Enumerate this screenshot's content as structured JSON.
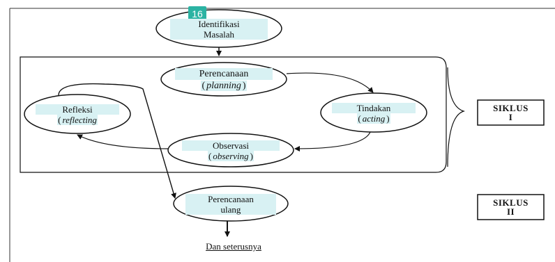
{
  "badge": {
    "number": "16"
  },
  "nodes": {
    "identifikasi": {
      "line1": "Identifikasi",
      "line2": "Masalah"
    },
    "perencanaan": {
      "line1": "Perencanaan",
      "line2_open": "(",
      "line2_italic": "planning",
      "line2_close": ")"
    },
    "tindakan": {
      "line1": "Tindakan",
      "line2_open": "(",
      "line2_italic": "acting",
      "line2_close": ")"
    },
    "observasi": {
      "line1": "Observasi",
      "line2_open": "(",
      "line2_italic": "observing",
      "line2_close": ")"
    },
    "refleksi": {
      "line1": "Refleksi",
      "line2_open": "(",
      "line2_italic": "reflecting"
    },
    "perencanaan_ulang": {
      "line1": "Perencanaan",
      "line2": "ulang"
    }
  },
  "cycle_boxes": {
    "siklus1": {
      "line1": "SIKLUS",
      "line2": "I"
    },
    "siklus2": {
      "line1": "SIKLUS",
      "line2": "II"
    }
  },
  "footer": {
    "text": "Dan seterusnya"
  },
  "colors": {
    "highlight": "#d8f1f3",
    "badge": "#2bb3a3",
    "stroke": "#111111"
  }
}
